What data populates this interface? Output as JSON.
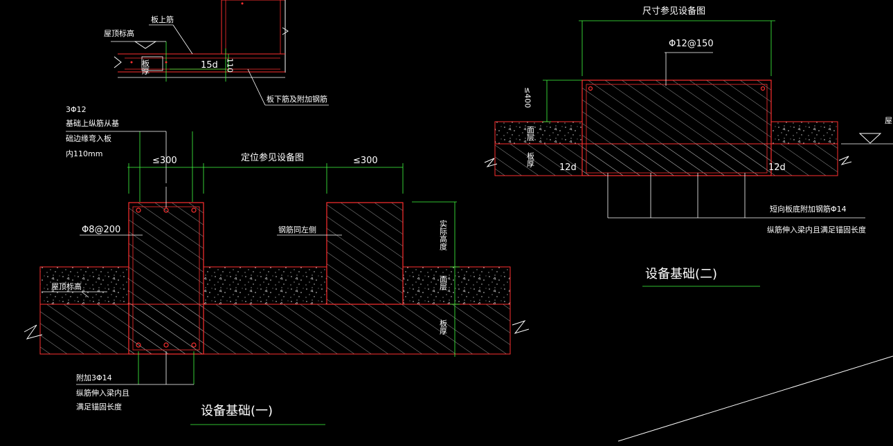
{
  "colors": {
    "background": "#000000",
    "concrete_outline": "#ff3030",
    "leader_line": "#ffffff",
    "dimension_line": "#40ff40",
    "hatch": "#c8c8c8",
    "screed_speckle": "#cfcfcf"
  },
  "detail_top": {
    "roof_level_label": "屋顶标高",
    "slab_top_bar_label": "板上筋",
    "anchor_len": "15d",
    "slab_thickness_value": "110",
    "slab_label": "板厚",
    "bottom_bar_label": "板下筋及附加钢筋"
  },
  "foundation_one": {
    "title": "设备基础(一)",
    "top_rebar_note": [
      "3Φ12",
      "基础上纵筋从基",
      "础边缘弯入板",
      "内110mm"
    ],
    "left_dim": "≤300",
    "center_dim": "定位参见设备图",
    "right_dim": "≤300",
    "stirrup_label": "Φ8@200",
    "rebar_side_label": "钢筋同左侧",
    "roof_level_label": "屋顶标高",
    "actual_height_label": "实际高度",
    "screed_label": "面层",
    "slab_label": "板厚",
    "bottom_rebar_note": [
      "附加3Φ14",
      "纵筋伸入梁内且",
      "满足锚固长度"
    ]
  },
  "foundation_two": {
    "title": "设备基础(二)",
    "size_dim": "尺寸参见设备图",
    "rebar_label": "Φ12@150",
    "height_dim": "≤400",
    "screed_label": "面层",
    "slab_label": "板厚",
    "anchor_left": "12d",
    "anchor_right": "12d",
    "roof_level_label": "屋",
    "bottom_rebar_note": [
      "短向板底附加钢筋Φ14",
      "纵筋伸入梁内且满足锚固长度"
    ]
  }
}
